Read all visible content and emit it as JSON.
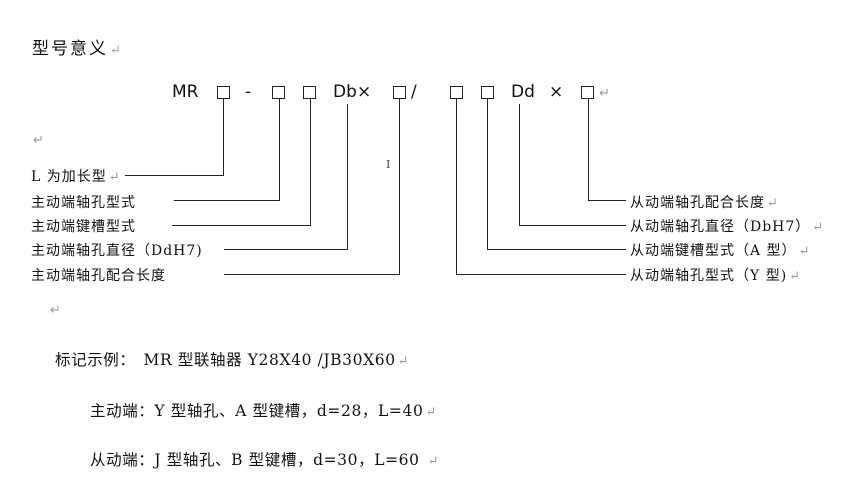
{
  "heading": "型号意义",
  "return_mark": "↵",
  "code": {
    "prefix": "MR",
    "dash": "-",
    "db": "Db",
    "times": "×",
    "slash": "/",
    "dd": "Dd"
  },
  "text_cursor": "I",
  "left_labels": [
    "L 为加长型",
    "主动端轴孔型式",
    "主动端键槽型式",
    "主动端轴孔直径（DdH7)",
    "主动端轴孔配合长度"
  ],
  "right_labels": [
    "从动端轴孔配合长度",
    "从动端轴孔直径（DbH7）",
    "从动端键槽型式（A 型）",
    "从动端轴孔型式（Y 型)"
  ],
  "example": {
    "label": "标记示例：",
    "value": "MR 型联轴器 Y28X40 /JB30X60"
  },
  "driving": {
    "label": "主动端：",
    "value": "Y 型轴孔、A 型键槽，d=28，L=40"
  },
  "driven": {
    "label": "从动端：",
    "value": "J 型轴孔、B 型键槽，d=30，L=60"
  }
}
